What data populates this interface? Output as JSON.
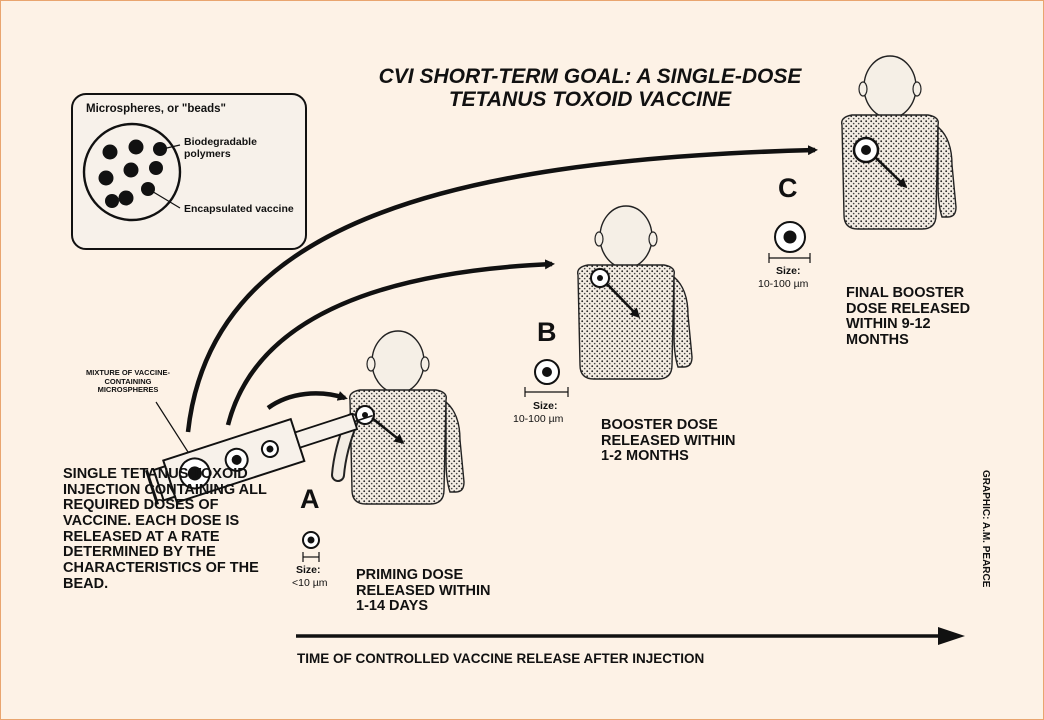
{
  "title": {
    "line1": "CVI SHORT-TERM GOAL: A SINGLE-DOSE",
    "line2": "TETANUS TOXOID VACCINE"
  },
  "legend": {
    "heading": "Microspheres, or \"beads\"",
    "polymers": "Biodegradable polymers",
    "vaccine": "Encapsulated vaccine"
  },
  "mixture_label": "MIXTURE OF VACCINE-CONTAINING MICROSPHERES",
  "injection_text": "SINGLE TETANUS TOXOID INJECTION CONTAINING ALL REQUIRED DOSES OF VACCINE. EACH DOSE IS RELEASED AT A RATE DETERMINED BY THE CHARACTERISTICS OF THE BEAD.",
  "stages": [
    {
      "letter": "A",
      "size_label": "Size:",
      "size_value": "<10 µm",
      "caption_l1": "PRIMING DOSE",
      "caption_l2": "RELEASED WITHIN",
      "caption_l3": "1-14 DAYS"
    },
    {
      "letter": "B",
      "size_label": "Size:",
      "size_value": "10-100 µm",
      "caption_l1": "BOOSTER DOSE",
      "caption_l2": "RELEASED WITHIN",
      "caption_l3": "1-2 MONTHS"
    },
    {
      "letter": "C",
      "size_label": "Size:",
      "size_value": "10-100 µm",
      "caption_l1": "FINAL BOOSTER",
      "caption_l2": "DOSE RELEASED",
      "caption_l3": "WITHIN 9-12",
      "caption_l4": "MONTHS"
    }
  ],
  "timeline_label": "TIME OF CONTROLLED VACCINE RELEASE AFTER INJECTION",
  "credit": "GRAPHIC: A.M. PEARCE"
}
